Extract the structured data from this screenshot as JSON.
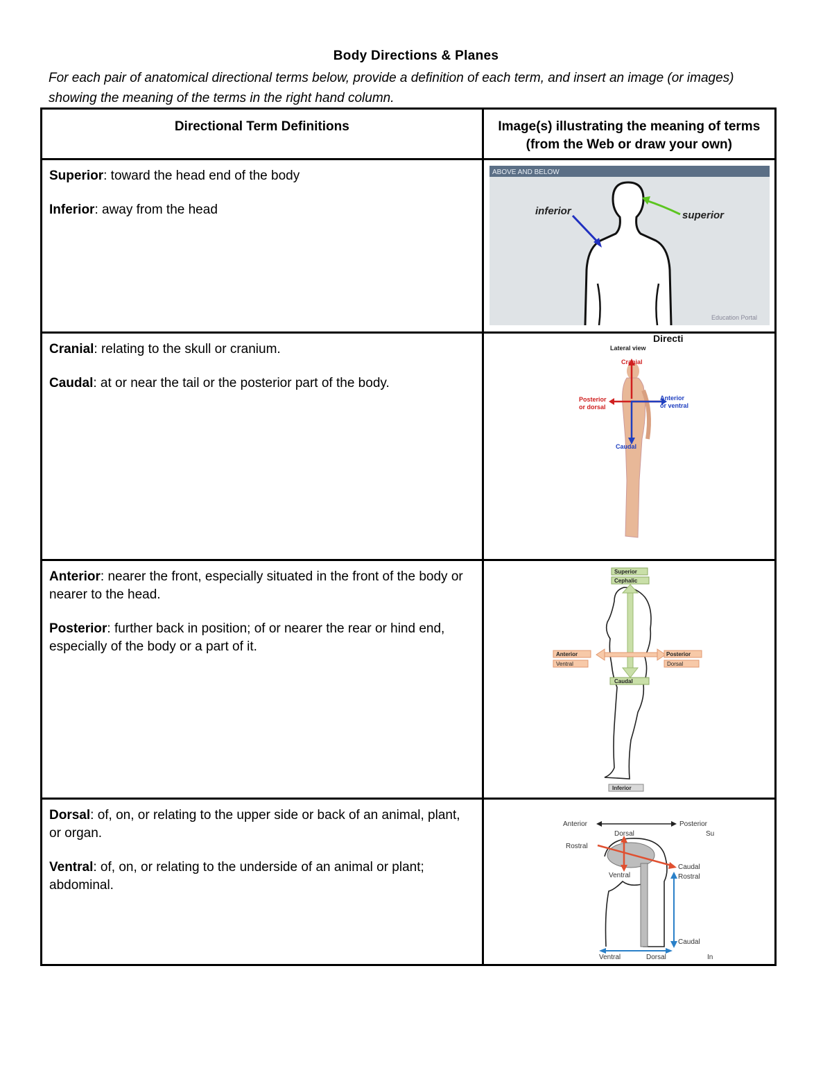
{
  "page": {
    "title": "Body Directions & Planes",
    "instructions": "For each pair of anatomical directional terms below, provide a definition of each term, and insert an image (or images) showing the meaning of the terms in the right hand column."
  },
  "table": {
    "header_left": "Directional Term Definitions",
    "header_right": "Image(s) illustrating the meaning of terms (from the Web or draw your own)",
    "rows": [
      {
        "entries": [
          {
            "term": "Superior",
            "definition": ": toward the head end of the body"
          },
          {
            "term": "Inferior",
            "definition": ": away from the head"
          }
        ],
        "image": {
          "banner": "ABOVE AND BELOW",
          "label_left": "inferior",
          "label_right": "superior",
          "watermark": "Education Portal"
        }
      },
      {
        "entries": [
          {
            "term": "Cranial",
            "definition": ": relating to the skull or cranium."
          },
          {
            "term": "Caudal",
            "definition": ": at or near the tail or the posterior part of the body."
          }
        ],
        "image": {
          "header_partial": "Directi",
          "view": "Lateral view",
          "top": "Cranial",
          "left1": "Posterior",
          "left2": "or dorsal",
          "right1": "Anterior",
          "right2": "or ventral",
          "bottom": "Caudal"
        }
      },
      {
        "entries": [
          {
            "term": "Anterior",
            "definition": ": nearer the front, especially situated in the front of the body or nearer to the head."
          },
          {
            "term": "Posterior",
            "definition": ": further back in position; of or nearer the rear or hind end, especially of the body or a part of it."
          }
        ],
        "image": {
          "superior": "Superior",
          "cephalic": "Cephalic",
          "anterior": "Anterior",
          "ventral": "Ventral",
          "posterior": "Posterior",
          "dorsal": "Dorsal",
          "caudal": "Caudal",
          "inferior": "Inferior"
        }
      },
      {
        "entries": [
          {
            "term": "Dorsal",
            "definition": ": of, on, or relating to the upper side or back of an animal, plant, or organ."
          },
          {
            "term": "Ventral",
            "definition": ": of, on, or relating to the underside of an animal or plant; abdominal."
          }
        ],
        "image": {
          "anterior": "Anterior",
          "posterior": "Posterior",
          "dorsal": "Dorsal",
          "rostral": "Rostral",
          "ventral": "Ventral",
          "caudal": "Caudal",
          "rostral2": "Rostral",
          "caudal2": "Caudal",
          "bottom_ventral": "Ventral",
          "bottom_dorsal": "Dorsal",
          "su": "Su",
          "in": "In"
        }
      }
    ]
  },
  "colors": {
    "superior_arrow": "#5cc520",
    "inferior_arrow": "#2030c0",
    "cranial_arrow": "#d02020",
    "caudal_arrow": "#2040c0",
    "banner": "#5b6f86"
  }
}
